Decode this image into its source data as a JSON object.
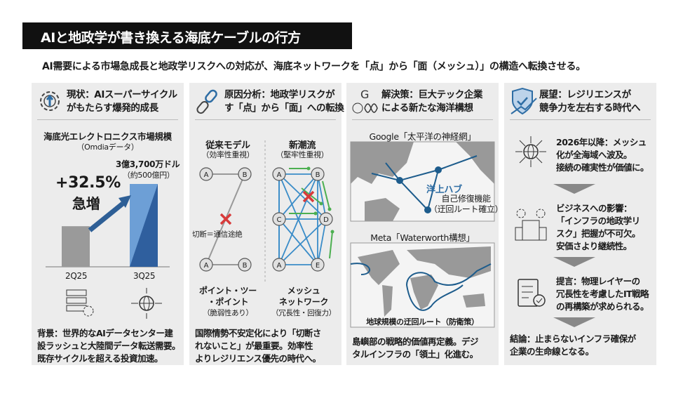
{
  "title": "AIと地政学が書き換える海底ケーブルの行方",
  "subtitle": "AI需要による市場急成長と地政学リスクへの対応が、海底ネットワークを「点」から「面（メッシュ）」の構造へ転換させる。",
  "colors": {
    "accent": "#2e6da4",
    "blue_light": "#6d9fd6",
    "gray_bar": "#9a9a9a",
    "red": "#d83a3a",
    "green": "#4caf50",
    "panel_bg": "#ececec"
  },
  "panels": [
    {
      "heading": [
        "現状：AIスーパーサイクル",
        "がもたらす爆発的成長"
      ],
      "icon": "gear-arrow-up-icon",
      "market_title": "海底光エレクトロニクス市場規模",
      "market_source": "（Omdiaデータ）",
      "value_label": "3億3,700万ドル",
      "value_sub": "（約500億円）",
      "growth": "+32.5%",
      "growth_label": "急増",
      "bars": [
        {
          "label": "2Q25",
          "relative": 0.49
        },
        {
          "label": "3Q25",
          "relative": 1.0
        }
      ],
      "icons": [
        "server-gear-icon",
        "globe-network-icon"
      ],
      "body": [
        "背景：世界的なAIデータセンター建",
        "設ラッシュと大陸間データ転送需要。",
        "既存サイクルを超える投資加速。"
      ]
    },
    {
      "heading": [
        "原因分析：地政学リスクが",
        "す「点」から「面」への転換"
      ],
      "icon": "broken-link-icon",
      "left_title": "従来モデル",
      "left_sub": "（効率性重視）",
      "cut_label": "切断＝通信途絶",
      "left_nodes": [
        "A",
        "B",
        "A",
        "B"
      ],
      "right_nodes": [
        "A",
        "B",
        "C",
        "D",
        "A",
        "E"
      ],
      "right_title": "新潮流",
      "right_sub": "（堅牢性重視）",
      "left_caption": [
        "ポイント・ツー",
        "・ポイント",
        "（脆弱性あり）"
      ],
      "right_caption": [
        "メッシュ",
        "ネットワーク",
        "（冗長性・回復力）"
      ],
      "body": [
        "国際情勢不安定化により「切断さ",
        "れないこと」が最重要。効率性",
        "よりレジリエンス優先の時代へ。"
      ]
    },
    {
      "heading": [
        "解決策：巨大テック企業",
        "による新たな海洋構想"
      ],
      "icon": "google-meta-icon",
      "google_title": "Google「太平洋の神経網」",
      "hub_label": "洋上ハブ",
      "self_heal": [
        "自己修復機能",
        "（迂回ルート確立）"
      ],
      "meta_title": "Meta「Waterworth構想」",
      "meta_caption": "地球規模の迂回ルート（防衛策）",
      "body": [
        "島嶼部の戦略的価値再定義。デジ",
        "タルインフラの「領土」化進む。"
      ]
    },
    {
      "heading": [
        "展望：レジリエンスが",
        "競争力を左右する時代へ"
      ],
      "icon": "shield-check-trend-icon",
      "items": [
        {
          "icon": "globe-network-icon",
          "lines": [
            "2026年以降：メッシュ",
            "化が全海域へ波及。",
            "接続の確実性が価値に。"
          ]
        },
        {
          "icon": "building-gears-icon",
          "lines": [
            "ビジネスへの影響：",
            "「インフラの地政学リ",
            "スク」把握が不可欠。",
            "安価さより継続性。"
          ]
        },
        {
          "icon": "clipboard-check-icon",
          "lines": [
            "提言：物理レイヤーの",
            "冗長性を考慮したIT戦略",
            "の再構築が求められる。"
          ]
        }
      ],
      "conclusion": [
        "結論：止まらないインフラ確保が",
        "企業の生命線となる。"
      ]
    }
  ]
}
